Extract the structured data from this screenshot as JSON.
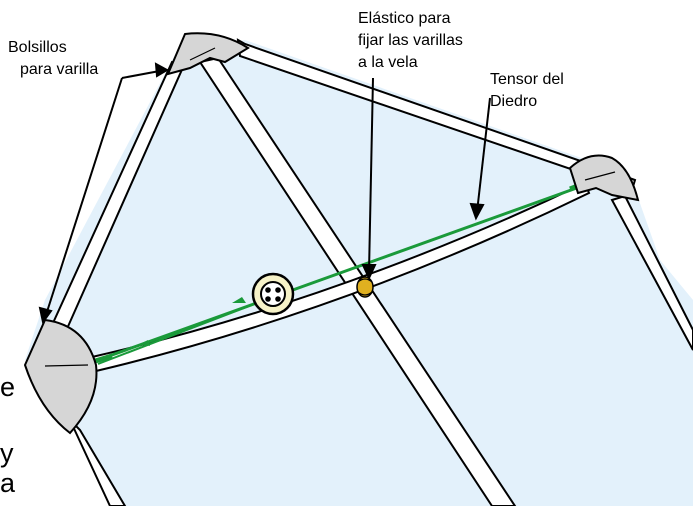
{
  "labels": {
    "pockets_line1": "Bolsillos",
    "pockets_line2": "para varilla",
    "elastic_line1": "Elástico para",
    "elastic_line2": "fijar las varillas",
    "elastic_line3": "a la vela",
    "tensioner_line1": "Tensor del",
    "tensioner_line2": "Diedro"
  },
  "edge_text": {
    "line1": "e",
    "line2": "y",
    "line3": "a"
  },
  "colors": {
    "sail": "#e3f1fb",
    "outline": "#000000",
    "pocket": "#d6d6d6",
    "tensioner": "#1a9a3a",
    "button": "#f6f2c8",
    "elastic_knot": "#e0b020"
  }
}
